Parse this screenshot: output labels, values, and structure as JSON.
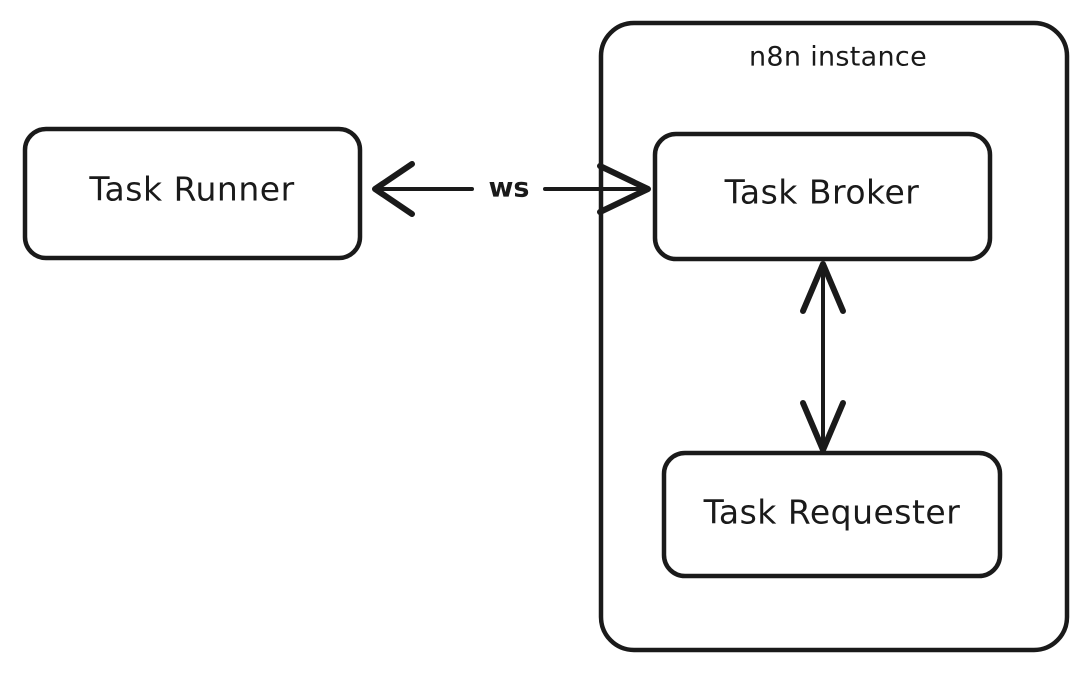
{
  "diagram": {
    "type": "architecture-block-diagram",
    "background_color": "#ffffff",
    "stroke_color": "#1a1a1a",
    "text_color": "#1a1a1a",
    "container": {
      "title": "n8n instance",
      "name": "n8n-instance-container"
    },
    "nodes": [
      {
        "id": "task-runner",
        "label": "Task Runner",
        "inside_container": false
      },
      {
        "id": "task-broker",
        "label": "Task Broker",
        "inside_container": true
      },
      {
        "id": "task-requester",
        "label": "Task Requester",
        "inside_container": true
      }
    ],
    "edges": [
      {
        "id": "runner-broker",
        "from": "task-runner",
        "to": "task-broker",
        "label": "ws",
        "direction": "bidirectional",
        "orientation": "horizontal"
      },
      {
        "id": "broker-requester",
        "from": "task-broker",
        "to": "task-requester",
        "label": "",
        "direction": "bidirectional",
        "orientation": "vertical"
      }
    ]
  }
}
